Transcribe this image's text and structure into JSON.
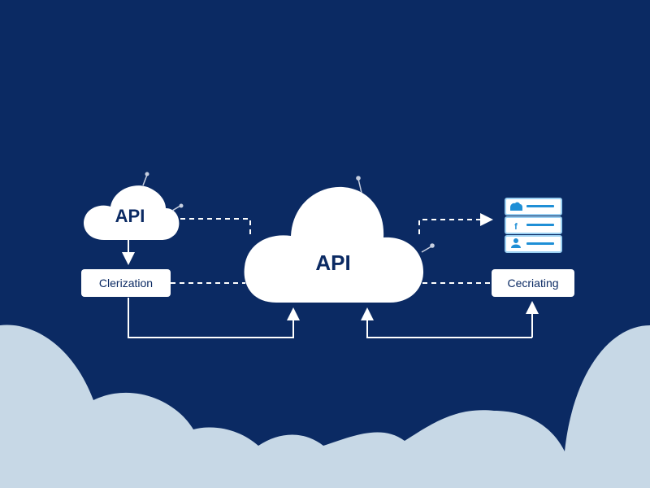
{
  "colors": {
    "background": "#0b2a63",
    "cloud_fill": "#ffffff",
    "foreground_cloud": "#c7d8e6",
    "line": "#ffffff",
    "text": "#0b2a63",
    "server_border": "#9bd0f2",
    "server_icon": "#1f8fd6"
  },
  "nodes": {
    "small_cloud": {
      "label": "API"
    },
    "main_cloud": {
      "label": "API"
    },
    "left_box": {
      "label": "Clerization"
    },
    "right_box": {
      "label": "Cecriating"
    },
    "server_stack": {
      "icon": "server-stack-icon"
    }
  }
}
